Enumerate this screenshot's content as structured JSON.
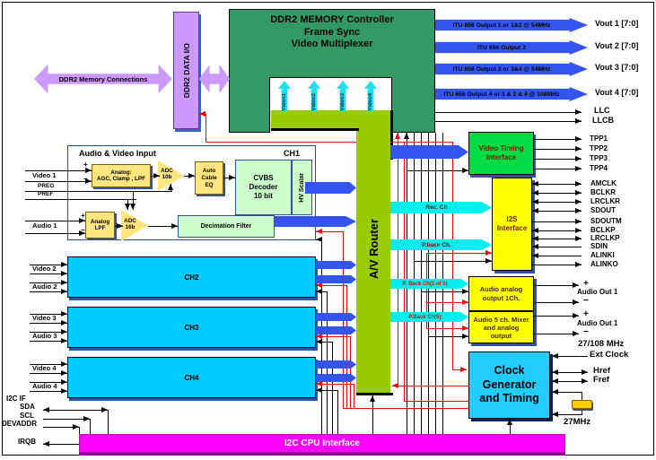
{
  "colors": {
    "purple": "#CC99FF",
    "mem_green": "#339966",
    "router_green": "#99CC00",
    "bright_green": "#00DD44",
    "yellow": "#FFFF00",
    "pale_yellow": "#FFE680",
    "pale_green": "#CCFFCC",
    "channel_cyan": "#00CCFF",
    "clock_cyan": "#22CCFF",
    "magenta": "#FF00FF",
    "bus_blue": "#3355EE",
    "bus_cyan": "#00EEEE",
    "wire_red": "#F00000",
    "crystal": "#FFCC00"
  },
  "top": {
    "ddr2_connections": "DDR2  Memory Connections",
    "ddr2_data_io": "DDR2  DATA I/O",
    "mem_ctrl": [
      "DDR2 MEMORY Controller",
      "Frame Sync",
      "Video Multiplexer"
    ],
    "video_ports": [
      "Video1",
      "Video2",
      "Video3",
      "Video4"
    ],
    "itu": [
      "ITU 656 Output 1 or 1&2  @ 54MHz",
      "ITU  656 Output 2",
      "ITU 656 Output 3 or 3&4  @ 54MHz",
      "ITU 656 Output 4 or 1 & 2 & 4  @ 108MHz"
    ],
    "vout": [
      "Vout 1 [7:0]",
      "Vout 2 [7:0]",
      "Vout 3 [7:0]",
      "Vout 4 [7:0]"
    ],
    "llc": "LLC",
    "llcb": "LLCB"
  },
  "router": "A/V Router",
  "ch1": {
    "title": "Audio  & Video Input",
    "tag": "CH1",
    "agc": [
      "Analog:",
      "AGC, Clamp , LPF"
    ],
    "adc10": [
      "ADC",
      "10b"
    ],
    "eq": [
      "Auto",
      "Cable",
      "EQ"
    ],
    "cvbs": [
      "CVBS",
      "Decoder",
      "10 bit"
    ],
    "hv": "HV Scalar",
    "lpf": [
      "Analog",
      "LPF"
    ],
    "adc16": [
      "ADC",
      "16b"
    ],
    "decimation": "Decimation Filter",
    "pins": {
      "video": "Video 1",
      "audio": "Audio 1",
      "preg": "PREG",
      "pref": "PREF",
      "plus": "+",
      "minus": "−"
    }
  },
  "channels": [
    {
      "label": "CH2",
      "video": "Video 2",
      "audio": "Audio 2"
    },
    {
      "label": "CH3",
      "video": "Video 3",
      "audio": "Audio 3"
    },
    {
      "label": "CH4",
      "video": "Video 4",
      "audio": "Audio 4"
    }
  ],
  "buses": {
    "rec": "Rec. Ch",
    "pback": "P.back Ch.",
    "pb1of5": "P. Back Ch(1 of 5)",
    "pb5": "P.Back Ch(5)"
  },
  "right": {
    "vti": [
      "Video Timing",
      "Interface"
    ],
    "tpp": [
      "TPP1",
      "TPP2",
      "TPP3",
      "TPP4"
    ],
    "i2s": [
      "I2S",
      "Interface"
    ],
    "i2s_pins": [
      "AMCLK",
      "BCLKR",
      "LRCLKR",
      "SDOUT",
      "SDOUTM",
      "BCLKP",
      "LRCLKP",
      "SDIN",
      "ALINKI",
      "ALINKO"
    ],
    "audio1": [
      "Audio analog",
      "output 1Ch."
    ],
    "audio2": [
      "Audio 5 ch. Mixer",
      "and analog",
      "output"
    ],
    "audio_out": {
      "plus": "+",
      "minus": "−",
      "label": "Audio Out  1"
    },
    "clock": [
      "Clock",
      "Generator",
      "and Timing"
    ],
    "clock_pins": {
      "freq": "27/108  MHz",
      "ext": "Ext Clock",
      "href": "Href",
      "fref": "Fref",
      "xtal": "27MHz"
    }
  },
  "i2c": {
    "bar": "I2C CPU Interface",
    "if": "I2C IF",
    "sda": "SDA",
    "scl": "SCL",
    "devaddr": "DEVADDR",
    "irqb": "IRQB"
  }
}
